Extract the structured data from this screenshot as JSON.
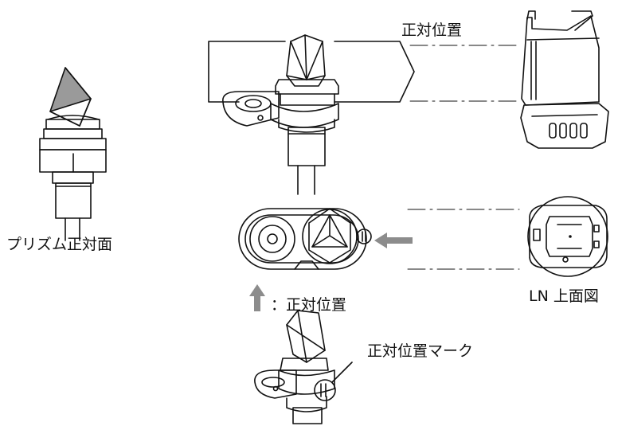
{
  "labels": {
    "prism_face": "プリズム正対面",
    "facing_position_top": "正対位置",
    "ln_top_view": "LN 上面図",
    "arrow_legend": "：正対位置",
    "facing_mark": "正対位置マーク"
  },
  "colors": {
    "line": "#111111",
    "prism_gray": "#9a9a9a",
    "arrow_gray": "#8c8c8c"
  }
}
